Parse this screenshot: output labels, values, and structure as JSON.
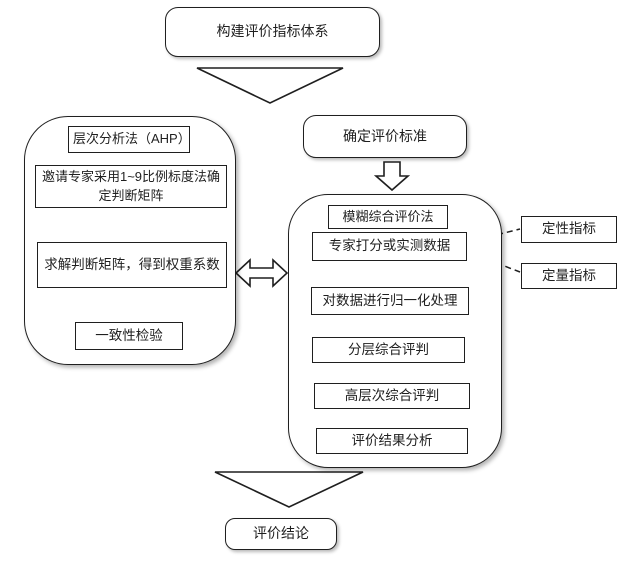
{
  "diagram": {
    "top_box": "构建评价指标体系",
    "criteria_box": "确定评价标准",
    "conclusion_box": "评价结论",
    "ahp_panel": {
      "title": "层次分析法（AHP）",
      "steps": [
        "邀请专家采用1~9比例标度法确定判断矩阵",
        "求解判断矩阵，得到权重系数",
        "一致性检验"
      ]
    },
    "fuzzy_panel": {
      "title": "模糊综合评价法",
      "steps": [
        "专家打分或实测数据",
        "对数据进行归一化处理",
        "分层综合评判",
        "高层次综合评判",
        "评价结果分析"
      ]
    },
    "indicator_boxes": [
      "定性指标",
      "定量指标"
    ]
  },
  "colors": {
    "line": "#1f1f1f",
    "background": "#ffffff"
  }
}
